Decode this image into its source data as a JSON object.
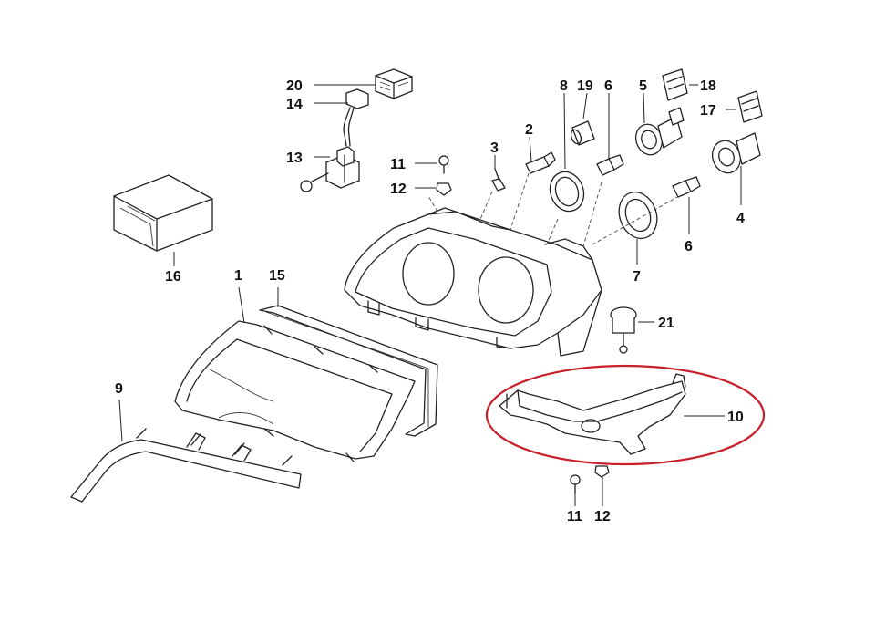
{
  "callouts": {
    "c20": "20",
    "c14": "14",
    "c13": "13",
    "c11_top": "11",
    "c12_top": "12",
    "c3": "3",
    "c2": "2",
    "c8": "8",
    "c19": "19",
    "c6_top": "6",
    "c5": "5",
    "c18": "18",
    "c17": "17",
    "c4": "4",
    "c6_right": "6",
    "c7": "7",
    "c16": "16",
    "c1": "1",
    "c15": "15",
    "c21": "21",
    "c9": "9",
    "c10": "10",
    "c11_bottom": "11",
    "c12_bottom": "12"
  },
  "highlight_color": "#c8202a"
}
